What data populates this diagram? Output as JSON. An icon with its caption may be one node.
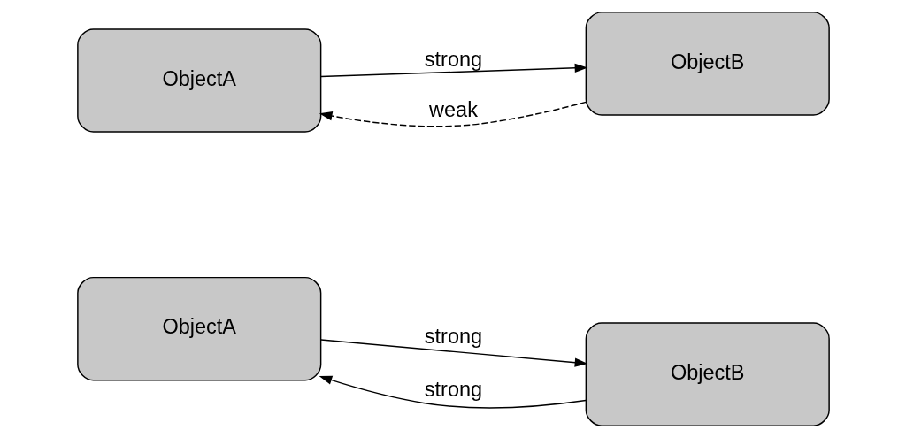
{
  "diagram": {
    "nodes": [
      {
        "text": [
          "ObjectA"
        ]
      },
      {
        "text": [
          "ObjectB"
        ]
      },
      {
        "text": [
          "ObjectA"
        ]
      },
      {
        "text": [
          "ObjectB"
        ]
      }
    ],
    "edges": [
      {
        "from": 0,
        "to": 1,
        "arrow": "to",
        "label": "strong"
      },
      {
        "from": 1,
        "to": 0,
        "arrow": "to",
        "label": "strong"
      },
      {
        "from": 2,
        "to": 3,
        "arrow": "to",
        "label": "strong"
      },
      {
        "from": 3,
        "to": 2,
        "arrow": "to",
        "label": "weak",
        "style": "dashed"
      }
    ]
  }
}
